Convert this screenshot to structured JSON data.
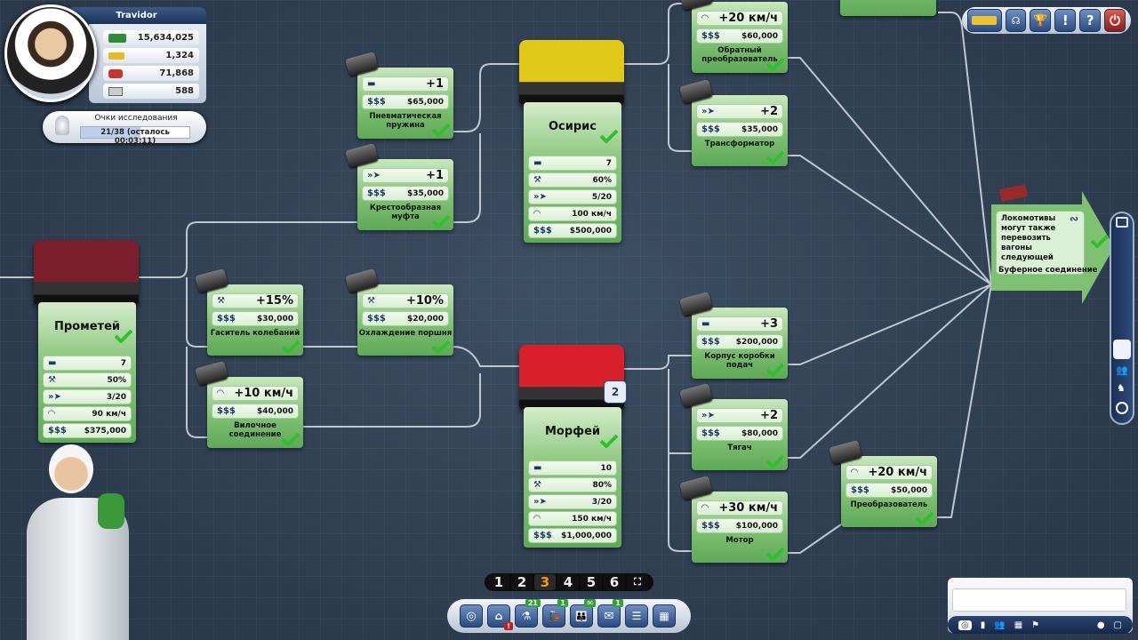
{
  "player": {
    "name": "Travidor",
    "money": "15,634,025",
    "gold": "1,324",
    "prestige": "71,868",
    "rank": "588"
  },
  "research": {
    "label": "Очки исследования",
    "progress": "21/38 (осталось 00:03:11)",
    "progress_fraction": 0.55
  },
  "upgrades": [
    {
      "id": "pneumatic-spring",
      "stat_icon": "wagon-icon",
      "value": "+1",
      "price": "$65,000",
      "name": "Пневматическая пружина"
    },
    {
      "id": "cross-coupling",
      "stat_icon": "acceleration-icon",
      "value": "+1",
      "price": "$35,000",
      "name": "Крестообразная муфта"
    },
    {
      "id": "vibration-damper",
      "stat_icon": "wrench-icon",
      "value": "+15%",
      "price": "$30,000",
      "name": "Гаситель колебаний"
    },
    {
      "id": "piston-cooling",
      "stat_icon": "wrench-icon",
      "value": "+10%",
      "price": "$20,000",
      "name": "Охлаждение поршня"
    },
    {
      "id": "fork-joint",
      "stat_icon": "speed-gauge-icon",
      "value": "+10 км/ч",
      "price": "$40,000",
      "name": "Вилочное соединение"
    },
    {
      "id": "reverse-converter",
      "stat_icon": "speed-gauge-icon",
      "value": "+20 км/ч",
      "price": "$60,000",
      "name": "Обратный преобразователь"
    },
    {
      "id": "transformer",
      "stat_icon": "acceleration-icon",
      "value": "+2",
      "price": "$35,000",
      "name": "Трансформатор"
    },
    {
      "id": "gearbox-housing",
      "stat_icon": "wagon-icon",
      "value": "+3",
      "price": "$200,000",
      "name": "Корпус коробки подач"
    },
    {
      "id": "tractor",
      "stat_icon": "acceleration-icon",
      "value": "+2",
      "price": "$80,000",
      "name": "Тягач"
    },
    {
      "id": "motor",
      "stat_icon": "speed-gauge-icon",
      "value": "+30 км/ч",
      "price": "$100,000",
      "name": "Мотор"
    },
    {
      "id": "converter",
      "stat_icon": "speed-gauge-icon",
      "value": "+20 км/ч",
      "price": "$50,000",
      "name": "Преобразователь"
    }
  ],
  "locomotives": [
    {
      "id": "prometheus",
      "name": "Прометей",
      "wagons": "7",
      "reliability": "50%",
      "acceleration": "3/20",
      "speed": "90 км/ч",
      "price": "$375,000",
      "color": "#7a1e2c"
    },
    {
      "id": "osiris",
      "name": "Осирис",
      "wagons": "7",
      "reliability": "60%",
      "acceleration": "5/20",
      "speed": "100 км/ч",
      "price": "$500,000",
      "color": "#e0c818"
    },
    {
      "id": "morpheus",
      "name": "Морфей",
      "wagons": "10",
      "reliability": "80%",
      "acceleration": "3/20",
      "speed": "150 км/ч",
      "price": "$1,000,000",
      "color": "#d8202a",
      "level": "2"
    }
  ],
  "buffer": {
    "text": "Локомотивы могут также перевозить вагоны следующей",
    "name": "Буферное соединение"
  },
  "pages": [
    "1",
    "2",
    "3",
    "4",
    "5",
    "6"
  ],
  "active_page": "3",
  "toolbar_badges": {
    "research": "21",
    "trains": "1",
    "messages": "1"
  },
  "colors": {
    "card": "#7fc173",
    "accent": "#f39c12",
    "check": "#3bd02e"
  }
}
